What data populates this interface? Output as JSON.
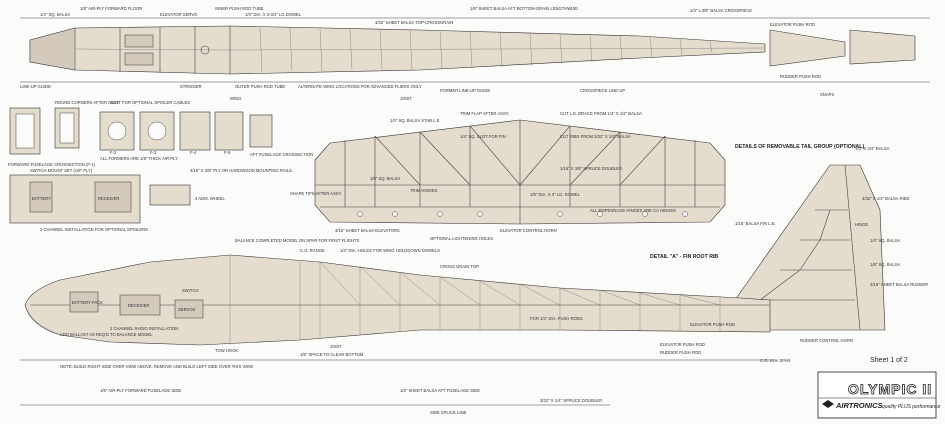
{
  "fuselage_top": {
    "labels": [
      "1/8\" AIR-PLY FORWARD FLOOR",
      "INNER PUSH ROD TUBE",
      "1/8\" SHEET BALSA AFT BOTTOM-GRAIN LENGTHWISE",
      "1/4\" SQ. BALSA",
      "ELEVATOR SERVO",
      "1/4\" DIA. X 3-3/4\" LG DOWEL",
      "3/32\" SHEET BALSA TOP-CROSSGRAIN",
      "1/4\" x 3/8\" BALSA CROSSPIECE",
      "OUTER PUSH ROD TUBE",
      "ALTERNATE WING LOCATIONS FOR ADVANCED FLIERS ONLY",
      "STRINGER",
      "LINE-UP GUIDE",
      "FORMER LINE-UP GUIDE",
      "CROSSPIECE LINE-UP",
      "ELEVATOR PUSH ROD",
      "RUDDER PUSH ROD",
      "SNAPS",
      "WING",
      "JOIST"
    ]
  },
  "formers": {
    "labels": [
      "ROUND CORNERS AFTER ASSY.",
      "SLOT FOR OPTIONAL SPOILER CABLES",
      "ALL FORMERS ARE 1/8\" THICK AIR-PLY",
      "AFT FUSELAGE CROSSECTION",
      "FORWARD FUSELAGE CROSSECTION (F-1)",
      "F-2",
      "F-3",
      "F-4",
      "F-5"
    ]
  },
  "spoilers": {
    "labels": [
      "SWITCH MOUNT SET (1/8\" PLY)",
      "3/16\" X 3/8\" PLY OR HARDWOOD MOUNTING RAILS",
      "RECEIVER",
      "BATTERY",
      "4 ADM. WHEEL",
      "3 CHANNEL INSTALLATION FOR OPTIONAL SPOILERS"
    ]
  },
  "stab": {
    "labels": [
      "TRIM FLAP AFTER ASSY.",
      "CUT L.E. BRACE FROM 1/4\" X 1/2\" BALSA",
      "1/4\" SQ. BALSA STAB L.E.",
      "1/4\" SQ. SLOT FOR FIN",
      "CUT RIBS FROM 3/32\" X 1/4\" BALSA",
      "1/16\" X 3/8\" SPRUCE DOUBLER",
      "TRIM HINGES",
      "SHAPE TIPS AFTER ASSY.",
      "3/16\" SHEET BALSA ELEVATORS",
      "OPTIONAL LIGHTENING HOLES",
      "ELEVATOR CONTROL HORN",
      "1/8\" DIA. X 3\" LG. DOWEL",
      "1/8\" SQ. BALSA",
      "ALL EMPENNAGE HINGES ARE CA HINGES"
    ],
    "details_heading": "DETAILS OF REMOVABLE TAIL GROUP (OPTIONAL)"
  },
  "fin": {
    "labels": [
      "1/4\" X 3/4\" BALSA",
      "3/32\" X 1/4\" BALSA RIBS",
      "1/4\" SQ. BALSA",
      "HINGE",
      "1/8\" SQ. BALSA",
      "3/16\" SHEET BALSA RUDDER",
      "RUDDER CONTROL HORN",
      "ELEVATOR PUSH ROD",
      "DETAIL \"A\" - FIN ROOT RIB",
      "1/16\" BALSA FIN L.E."
    ]
  },
  "fuselage_side": {
    "labels": [
      "ADD BALLAST AS REQ'D TO BALANCE MODEL",
      "BALANCE COMPLETED MODEL ON SPAR FOR FIRST FLIGHTS",
      "C.G. RANGE",
      "BATTERY PACK",
      "RECEIVER",
      "SWITCH",
      "SERVOS",
      "2 CHANNEL RADIO INSTALLATION",
      "TOW HOOK",
      "1/4\" DIA. HOLES FOR WING HOLDDOWN DOWELS",
      "CROSS GRAIN TOP",
      "FOR 1/4\" DIA. PUSH RODS",
      "JOIST",
      "NOTE: BUILD RIGHT SIDE OVER VIEW ABOVE. REMOVE AND BUILD LEFT SIDE OVER THIS VIEW",
      "1/8\" SPACE TO CLEAR BOTTOM",
      "1/8\" SHEET BALSA AFT FUSELAGE SIDE",
      "3/32\" X 1/4\" SPRUCE DOUBLER",
      "SIDE SPLICE LINE",
      "1/8\" AIR-PLY FORWARD FUSELAGE SIDE",
      "ELEVATOR PUSH ROD",
      "RUDDER PUSH ROD",
      "C.G. 85% SPAN"
    ]
  },
  "title_block": {
    "sheet": "Sheet 1 of 2",
    "name": "OLYMPIC II",
    "brand": "AIRTRONICS",
    "tagline": "quality PLUS performance"
  },
  "colors": {
    "ink": "#222222",
    "wood": "#e4dccd",
    "paper": "#fbfbf9"
  }
}
